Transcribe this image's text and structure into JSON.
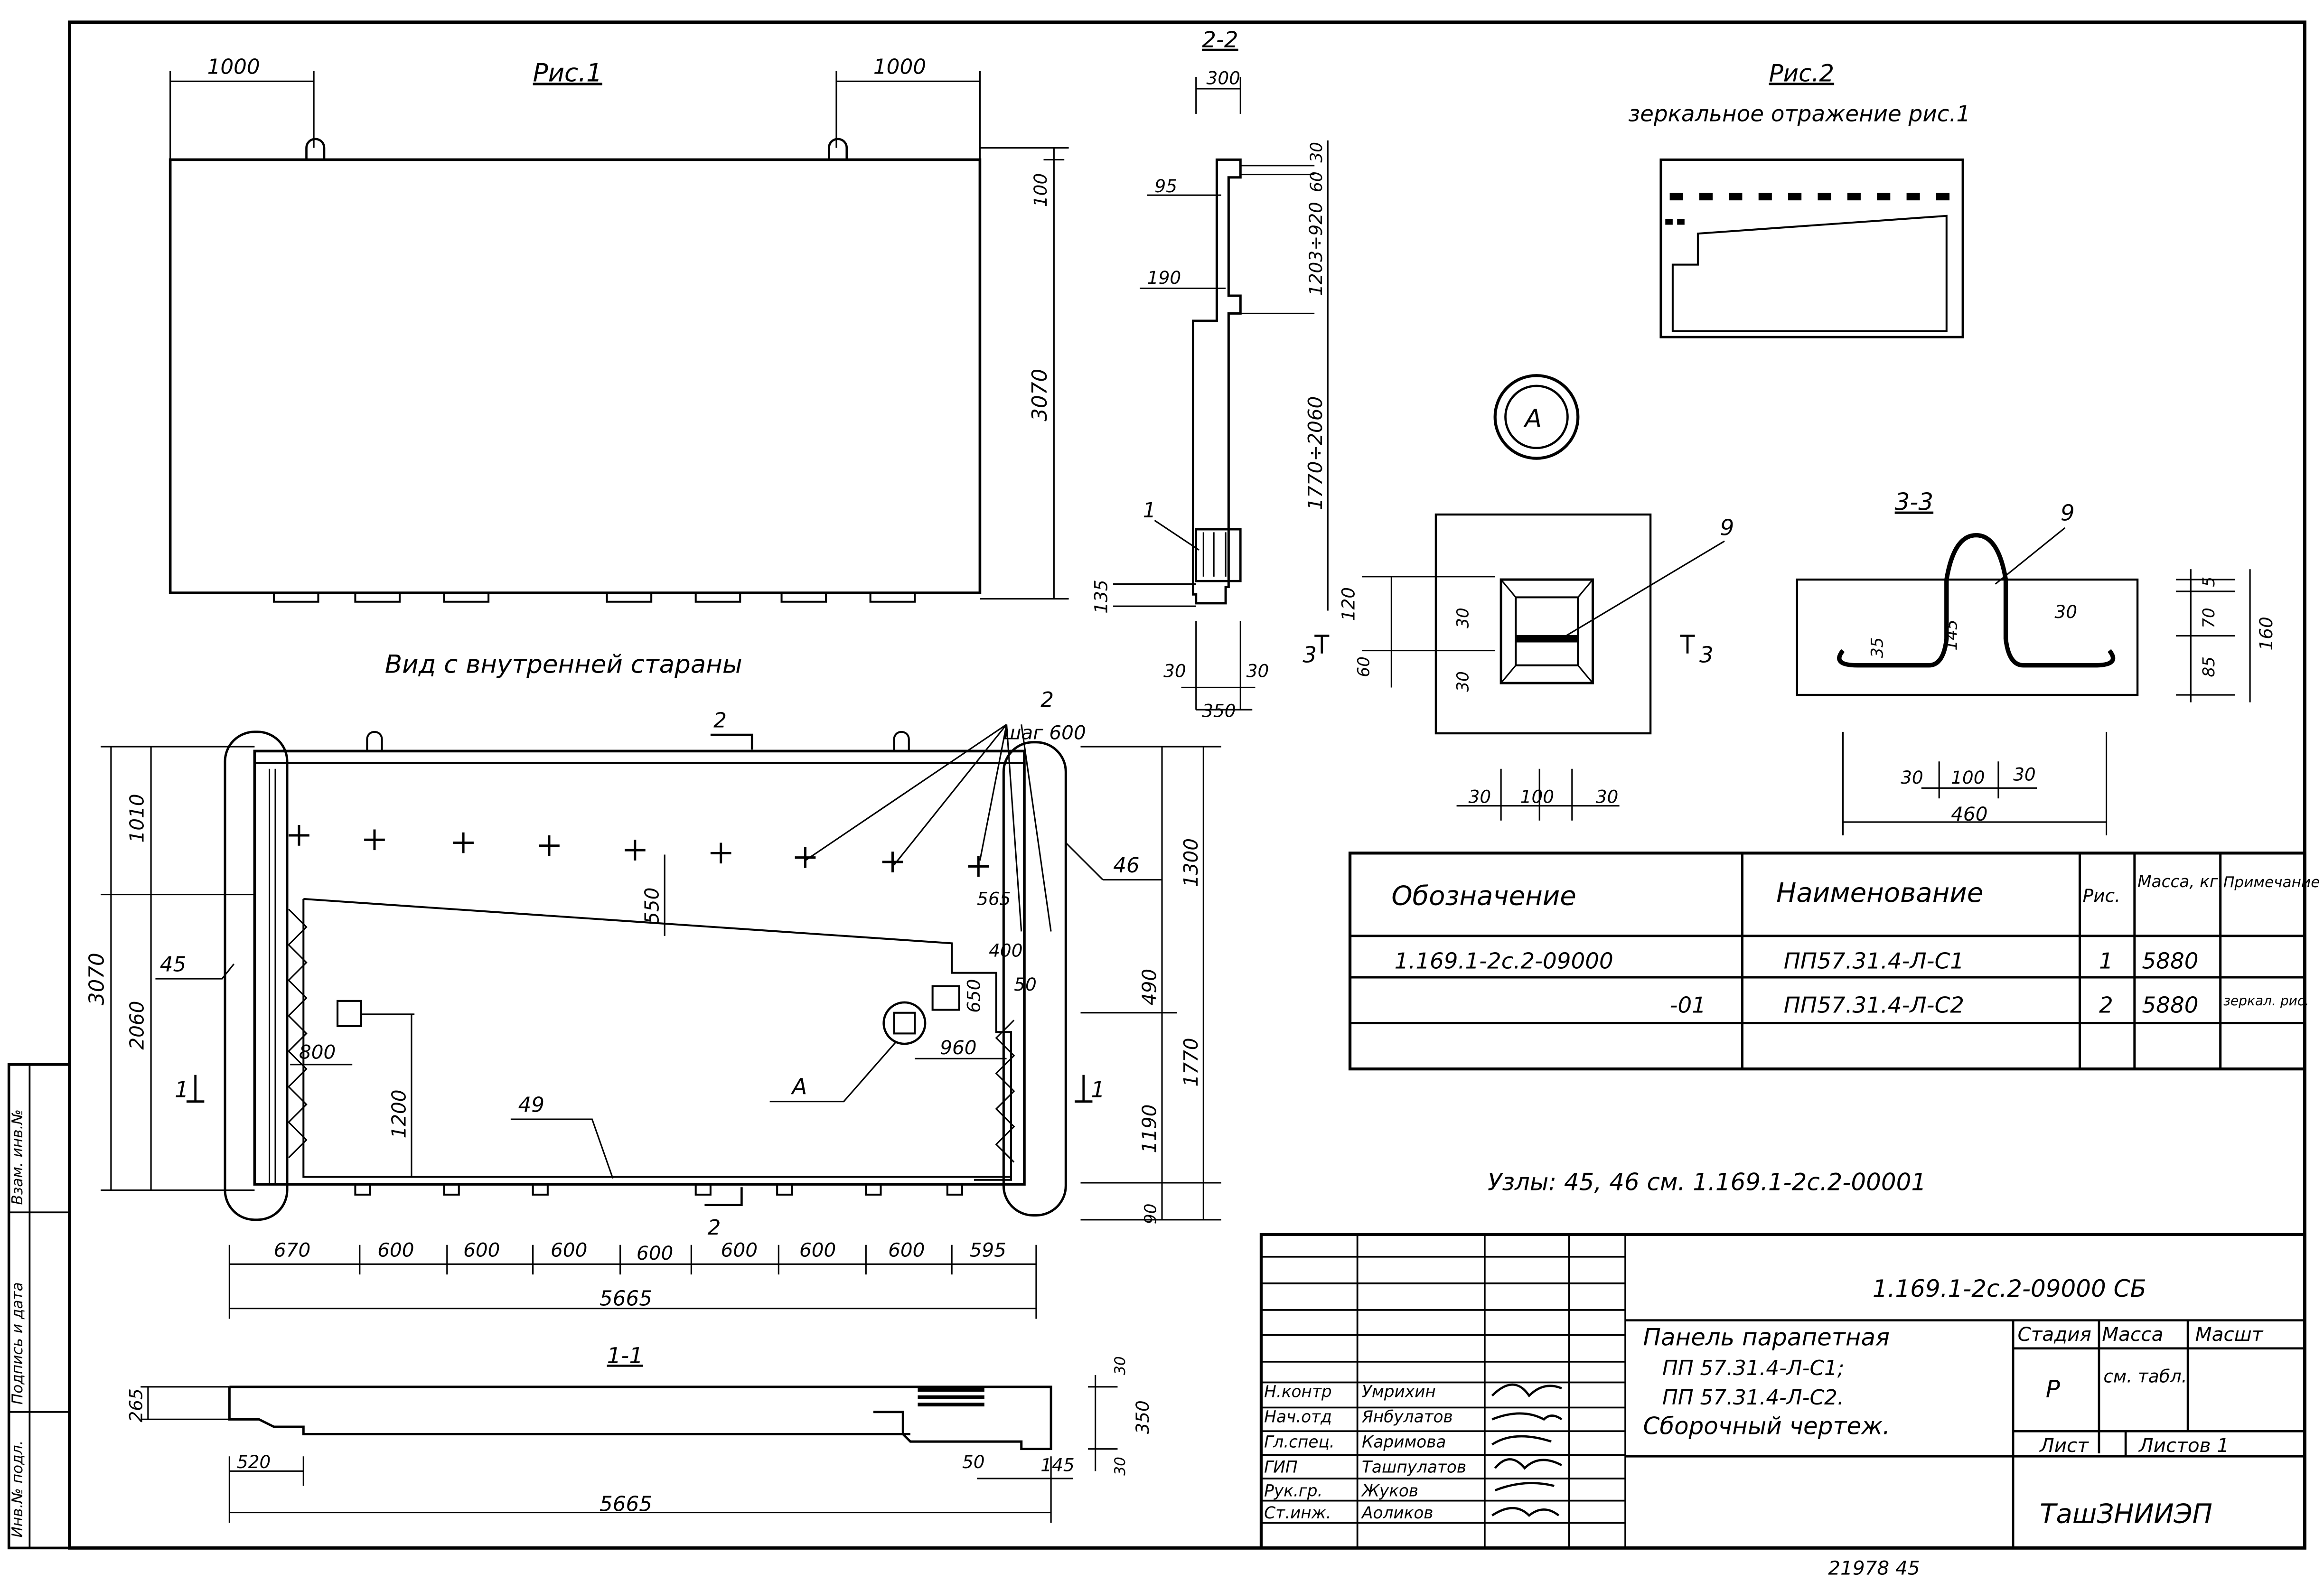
{
  "fig1": {
    "title": "Рис.1",
    "caption": "Вид с внутренней стараны",
    "dim_top_left": "1000",
    "dim_top_right": "1000",
    "dim_right_top": "100",
    "dim_right_height": "3070"
  },
  "sec22": {
    "title": "2-2",
    "dims": {
      "width_top": "300",
      "step_95": "95",
      "step_190": "190",
      "d30": "30",
      "d60": "60",
      "range_upper": "1203÷920",
      "range_lower": "1770÷2060",
      "d135": "135",
      "d120": "120",
      "bottom_30_left": "30",
      "bottom_30_right": "30",
      "bottom_350": "350"
    },
    "callout": "1",
    "cut_mark": "3"
  },
  "fig2": {
    "title": "Рис.2",
    "subtitle": "зеркальное отражение рис.1"
  },
  "nodeA": {
    "label": "A",
    "callout": "9",
    "dims": {
      "d30a": "30",
      "d30b": "30",
      "d60": "60",
      "bottom_30_left": "30",
      "bottom_100": "100",
      "bottom_30_right": "30"
    },
    "cut_left": "3",
    "cut_right": "3"
  },
  "sec33": {
    "title": "3-3",
    "callout": "9",
    "dims": {
      "d35": "35",
      "d145": "145",
      "d30": "30",
      "d5": "5",
      "d70": "70",
      "d85": "85",
      "d160": "160",
      "b30_left": "30",
      "b100": "100",
      "b30_right": "30",
      "b460": "460"
    }
  },
  "plan": {
    "labels": {
      "cut2_top": "2",
      "cut2_bottom": "2",
      "callout_2": "2",
      "callout_step": "шаг 600",
      "callout_46": "46",
      "callout_45": "45",
      "callout_49": "49",
      "callout_A": "A",
      "cut1_left": "1",
      "cut1_right": "1"
    },
    "dims": {
      "left_1010": "1010",
      "left_2060": "2060",
      "left_3070": "3070",
      "right_1300": "1300",
      "right_490": "490",
      "right_1190": "1190",
      "right_1770": "1770",
      "right_90": "90",
      "d550": "550",
      "d565": "565",
      "d400": "400",
      "d650": "650",
      "d50": "50",
      "d960": "960",
      "d800": "800",
      "d1200": "1200"
    },
    "bottom_dims": [
      "670",
      "600",
      "600",
      "600",
      "600",
      "600",
      "600",
      "600",
      "595"
    ],
    "total": "5665"
  },
  "sec11": {
    "title": "1-1",
    "dims": {
      "d265": "265",
      "d520": "520",
      "d5665": "5665",
      "d50": "50",
      "d145": "145",
      "d30a": "30",
      "d350": "350",
      "d30b": "30"
    }
  },
  "spec_table": {
    "headers": [
      "Обозначение",
      "Наименование",
      "Рис.",
      "Масса, кг.",
      "Примечание"
    ],
    "rows": [
      [
        "1.169.1-2с.2-09000",
        "ПП57.31.4-Л-С1",
        "1",
        "5880",
        ""
      ],
      [
        "-01",
        "ПП57.31.4-Л-С2",
        "2",
        "5880",
        "зеркал. рис."
      ]
    ]
  },
  "nodes_note": "Узлы: 45, 46 см. 1.169.1-2с.2-00001",
  "title_block": {
    "code": "1.169.1-2с.2-09000 СБ",
    "title_lines": [
      "Панель парапетная",
      "ПП 57.31.4-Л-С1;",
      "ПП 57.31.4-Л-С2.",
      "Сборочный чертеж."
    ],
    "stage_header": "Стадия",
    "mass_header": "Масса",
    "scale_header": "Масшт",
    "stage_value": "Р",
    "mass_value": "см. табл.",
    "sheet_label": "Лист",
    "sheets_label": "Листов 1",
    "org": "ТашЗНИИЭП",
    "signatures": [
      {
        "role": "Н.контр",
        "name": "Умрихин"
      },
      {
        "role": "Нач.отд",
        "name": "Янбулатов"
      },
      {
        "role": "Гл.спец.",
        "name": "Каримова"
      },
      {
        "role": "ГИП",
        "name": "Ташпулатов"
      },
      {
        "role": "Рук.гр.",
        "name": "Жуков"
      },
      {
        "role": "Ст.инж.",
        "name": "Аоликов"
      }
    ]
  },
  "side_stamp": [
    "Инв.№ подл.",
    "Подпись и дата",
    "Взам. инв.№"
  ],
  "bottom_note": "21978   45"
}
